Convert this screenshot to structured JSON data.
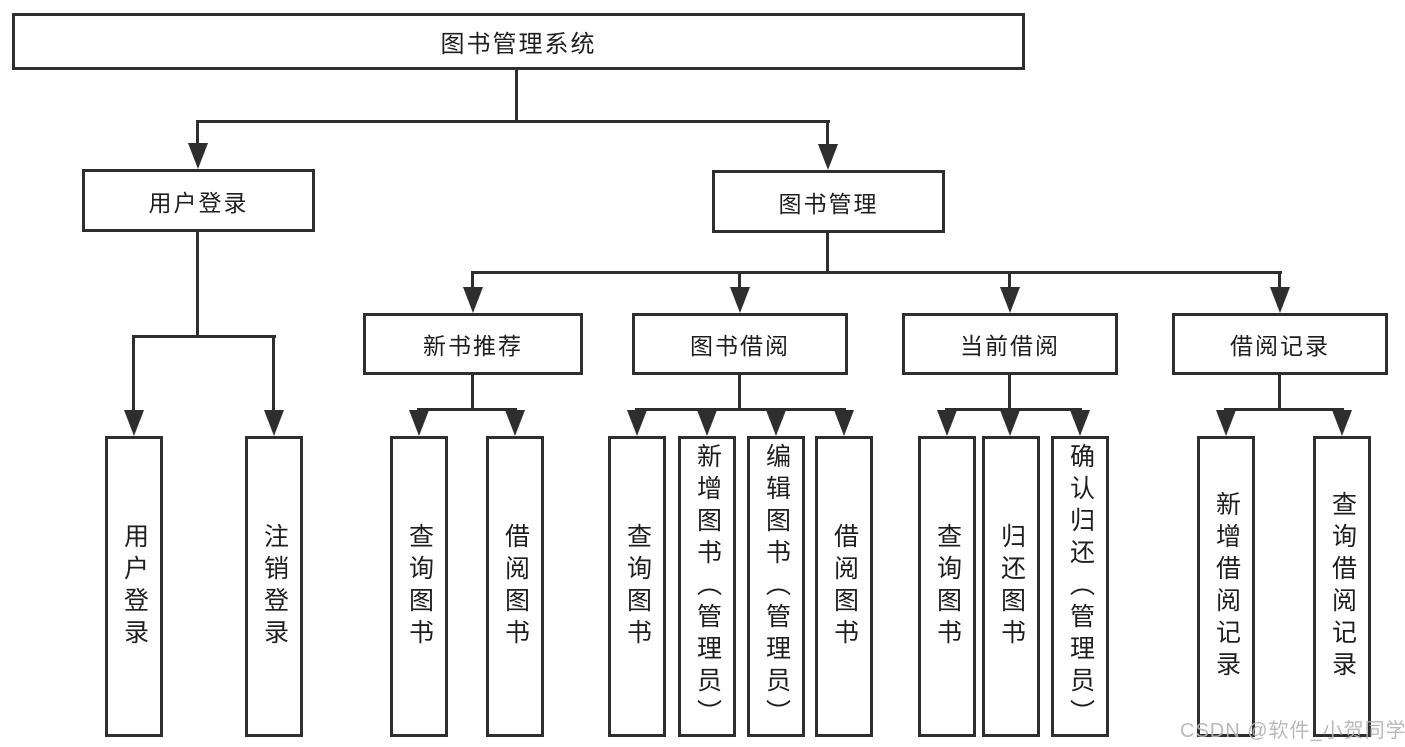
{
  "diagram": {
    "root": "图书管理系统",
    "level2": [
      "用户登录",
      "图书管理"
    ],
    "level3": [
      "新书推荐",
      "图书借阅",
      "当前借阅",
      "借阅记录"
    ],
    "leaves_user_login": [
      "用户登录",
      "注销登录"
    ],
    "leaves_new_books": [
      "查询图书",
      "借阅图书"
    ],
    "leaves_book_borrow": [
      "查询图书",
      "新增图书（管理员）",
      "编辑图书（管理员）",
      "借阅图书"
    ],
    "leaves_current_borrow": [
      "查询图书",
      "归还图书",
      "确认归还（管理员）"
    ],
    "leaves_borrow_records": [
      "新增借阅记录",
      "查询借阅记录"
    ]
  },
  "watermark": "CSDN @软件_小贺同学",
  "colors": {
    "line": "#2e2e2e",
    "text": "#1e1e1e",
    "background": "#ffffff",
    "watermark": "#b4b4b4"
  }
}
